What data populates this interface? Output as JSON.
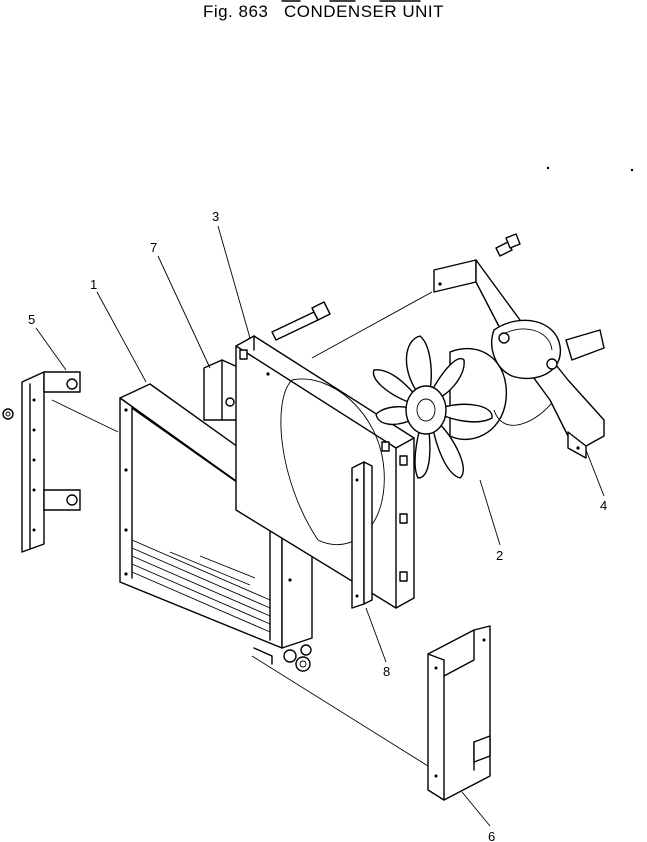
{
  "figure": {
    "title": "Fig. 863   CONDENSER UNIT"
  },
  "callouts": [
    {
      "id": "1",
      "label": "1"
    },
    {
      "id": "2",
      "label": "2"
    },
    {
      "id": "3",
      "label": "3"
    },
    {
      "id": "4",
      "label": "4"
    },
    {
      "id": "5",
      "label": "5"
    },
    {
      "id": "6",
      "label": "6"
    },
    {
      "id": "7",
      "label": "7"
    },
    {
      "id": "8",
      "label": "8"
    }
  ],
  "colors": {
    "ink": "#000000",
    "paper": "#ffffff"
  }
}
